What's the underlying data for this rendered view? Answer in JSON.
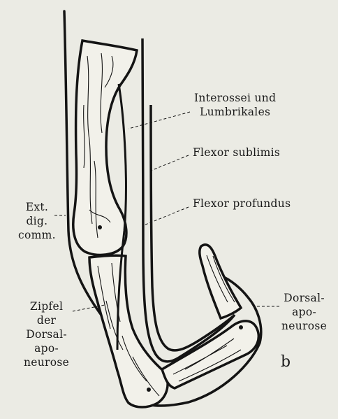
{
  "figure": {
    "panel_letter": "b",
    "colors": {
      "ink": "#141414",
      "paper": "#ebebe4",
      "bone_fill": "#f2f1ea"
    }
  },
  "labels": {
    "interossei": [
      "Interossei und",
      "Lumbrikales"
    ],
    "flexor_sublimis": "Flexor sublimis",
    "flexor_profundus": "Flexor profundus",
    "ext_dig_comm": [
      "Ext.",
      "dig.",
      "comm."
    ],
    "zipfel_dorsalaponeurose": [
      "Zipfel",
      "der",
      "Dorsal-",
      "apo-",
      "neurose"
    ],
    "dorsalaponeurose": [
      "Dorsal-",
      "apo-",
      "neurose"
    ]
  }
}
